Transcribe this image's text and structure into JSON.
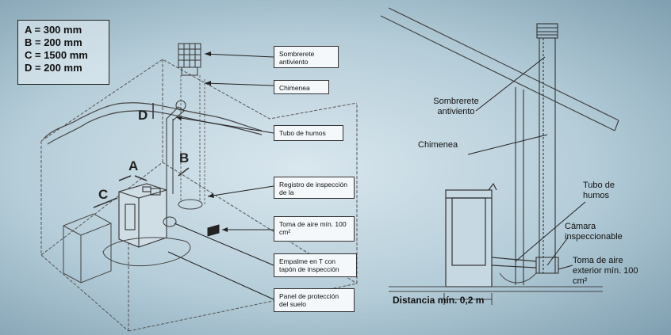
{
  "legend": [
    "A = 300 mm",
    "B = 200 mm",
    "C = 1500 mm",
    "D = 200 mm"
  ],
  "dimension_letters": {
    "a": "A",
    "b": "B",
    "c": "C",
    "d": "D"
  },
  "callouts": {
    "sombrerete": "Sombrerete antiviento",
    "chimenea": "Chimenea",
    "tubo_humos": "Tubo de humos",
    "registro": "Registro de inspección de la",
    "toma_aire": "Toma de aire mín. 100 cm²",
    "empalme": "Empalme en T con tapón de inspección",
    "panel": "Panel de protección del suelo"
  },
  "right_labels": {
    "sombrerete": "Sombrerete antiviento",
    "chimenea": "Chimenea",
    "tubo_humos": "Tubo de humos",
    "camara": "Cámara inspeccionable",
    "toma_aire": "Toma de aire exterior mín. 100 cm²",
    "distancia": "Distancia mín. 0,2 m"
  }
}
